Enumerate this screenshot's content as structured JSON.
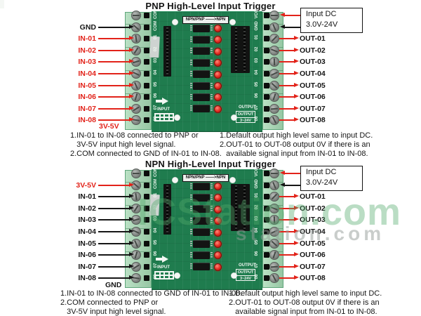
{
  "image": {
    "background": "#ffffff"
  },
  "watermark": {
    "big_text": "ICStation.com",
    "small_text": "station.com",
    "big_color": "rgba(82,170,108,0.40)",
    "small_color": "rgba(148,156,152,0.50)"
  },
  "colors": {
    "red_accent": "#e2231a",
    "black_accent": "#161616",
    "pcb_green": "#1f7c4e",
    "terminal_green": "#a3d7b1",
    "led_red": "#e02a20",
    "silkscreen_white": "#f2f7f3"
  },
  "board": {
    "badge_label": "NPN/PNP ——>NPN",
    "left_silkscreen": [
      "COM",
      "COM",
      "01",
      "02",
      "03",
      "04",
      "05",
      "06",
      "07",
      "08"
    ],
    "right_silkscreen": [
      "VCC",
      "GND",
      "01",
      "02",
      "03",
      "04",
      "05",
      "06",
      "07",
      "08"
    ],
    "input_silkscreen": "INPUT",
    "output_silkscreen": "OUTPUT",
    "output_box_line1": "OUTPUT",
    "output_box_line2": "3~24V"
  },
  "sections": [
    {
      "title": "PNP High-Level Input Trigger",
      "left_labels": [
        {
          "text": "GND",
          "color": "black"
        },
        {
          "text": "IN-01",
          "color": "red"
        },
        {
          "text": "IN-02",
          "color": "red"
        },
        {
          "text": "IN-03",
          "color": "red"
        },
        {
          "text": "IN-04",
          "color": "red"
        },
        {
          "text": "IN-05",
          "color": "red"
        },
        {
          "text": "IN-06",
          "color": "red"
        },
        {
          "text": "IN-07",
          "color": "red"
        },
        {
          "text": "IN-08",
          "color": "red"
        }
      ],
      "left_sub_label": {
        "text": "3V-5V",
        "color": "red"
      },
      "power_box": {
        "line1": "Input DC",
        "line2": "3.0V-24V"
      },
      "right_labels": [
        "OUT-01",
        "OUT-02",
        "OUT-03",
        "OUT-04",
        "OUT-05",
        "OUT-06",
        "OUT-07",
        "OUT-08"
      ],
      "notes_left": [
        "1.IN-01 to IN-08 connected to PNP or",
        "   3V-5V input high level signal.",
        "2.COM connected to GND of IN-01 to IN-08."
      ],
      "notes_right": [
        "1.Default output high level same to input DC.",
        "2.OUT-01 to OUT-08 output 0V if there is an",
        "   available signal input from IN-01 to IN-08."
      ]
    },
    {
      "title": "NPN High-Level Input Trigger",
      "left_labels": [
        {
          "text": "3V-5V",
          "color": "red"
        },
        {
          "text": "IN-01",
          "color": "black"
        },
        {
          "text": "IN-02",
          "color": "black"
        },
        {
          "text": "IN-03",
          "color": "black"
        },
        {
          "text": "IN-04",
          "color": "black"
        },
        {
          "text": "IN-05",
          "color": "black"
        },
        {
          "text": "IN-06",
          "color": "black"
        },
        {
          "text": "IN-07",
          "color": "black"
        },
        {
          "text": "IN-08",
          "color": "black"
        }
      ],
      "left_sub_label": {
        "text": "GND",
        "color": "black"
      },
      "power_box": {
        "line1": "Input DC",
        "line2": "3.0V-24V"
      },
      "right_labels": [
        "OUT-01",
        "OUT-02",
        "OUT-03",
        "OUT-04",
        "OUT-05",
        "OUT-06",
        "OUT-07",
        "OUT-08"
      ],
      "notes_left": [
        "1.IN-01 to IN-08 connected to GND of IN-01 to IN-08.",
        "2.COM connected to PNP or",
        "   3V-5V input high level signal."
      ],
      "notes_right": [
        "1.Default output high level same to input DC.",
        "2.OUT-01 to OUT-08 output 0V if there is an",
        "   available signal input from IN-01 to IN-08."
      ]
    }
  ]
}
